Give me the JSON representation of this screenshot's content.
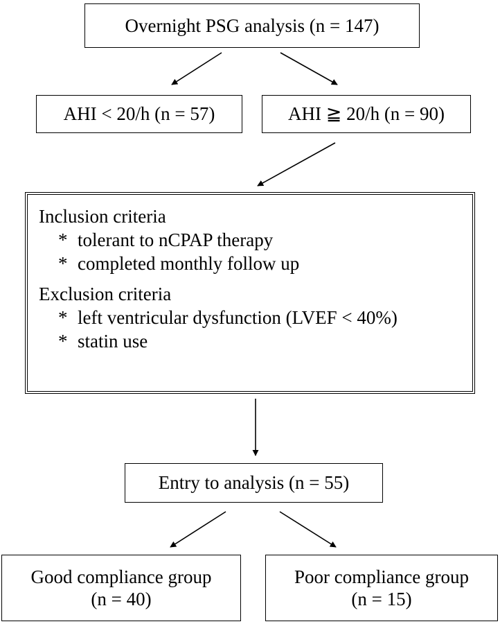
{
  "nodes": {
    "psg": "Overnight PSG analysis (n = 147)",
    "ahi_low": "AHI < 20/h (n = 57)",
    "ahi_high": "AHI ≧ 20/h (n = 90)",
    "entry": "Entry to analysis (n = 55)",
    "good": {
      "line1": "Good compliance group",
      "line2": "(n = 40)"
    },
    "poor": {
      "line1": "Poor compliance group",
      "line2": "(n = 15)"
    }
  },
  "criteria": {
    "inclusion_title": "Inclusion criteria",
    "inclusion_items": [
      "tolerant to nCPAP therapy",
      "completed monthly follow up"
    ],
    "exclusion_title": "Exclusion criteria",
    "exclusion_items": [
      "left ventricular dysfunction (LVEF < 40%)",
      "statin use"
    ],
    "bullet": "*"
  }
}
